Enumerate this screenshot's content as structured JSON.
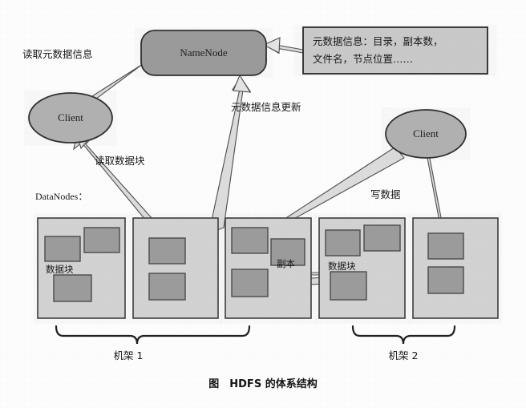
{
  "figure": {
    "caption": "图　HDFS 的体系结构",
    "title_text": "HDFS 的体系结构"
  },
  "colors": {
    "namenode_fill": "#9a9a9a",
    "client_fill": "#b0b0b0",
    "metabox_fill": "#c9c9c9",
    "rack_fill": "#d2d2d2",
    "block_fill": "#9b9b9b",
    "stroke": "#3a3a3a",
    "arrow_fill": "#dcdcdc",
    "background": "#fdfdfd",
    "text": "#161616"
  },
  "nodes": {
    "namenode": {
      "label": "NameNode"
    },
    "client_left": {
      "label": "Client"
    },
    "client_right": {
      "label": "Client"
    },
    "metadata_box": {
      "line1": "元数据信息：目录，副本数，",
      "line2": "文件名，节点位置……"
    },
    "datanodes_label": "DataNodes："
  },
  "edge_labels": {
    "read_metadata": "读取元数据信息",
    "read_block": "读取数据块",
    "metadata_update": "元数据信息更新",
    "write_data": "写数据",
    "replica": "副本"
  },
  "racks": {
    "group1_label": "机架 1",
    "group2_label": "机架 2",
    "nodes": [
      {
        "id": "dn1",
        "block_label": "数据块",
        "blocks": 3
      },
      {
        "id": "dn2",
        "block_label": "",
        "blocks": 2
      },
      {
        "id": "dn3",
        "block_label": "",
        "blocks": 3
      },
      {
        "id": "dn4",
        "block_label": "数据块",
        "blocks": 3
      },
      {
        "id": "dn5",
        "block_label": "",
        "blocks": 2
      }
    ]
  }
}
